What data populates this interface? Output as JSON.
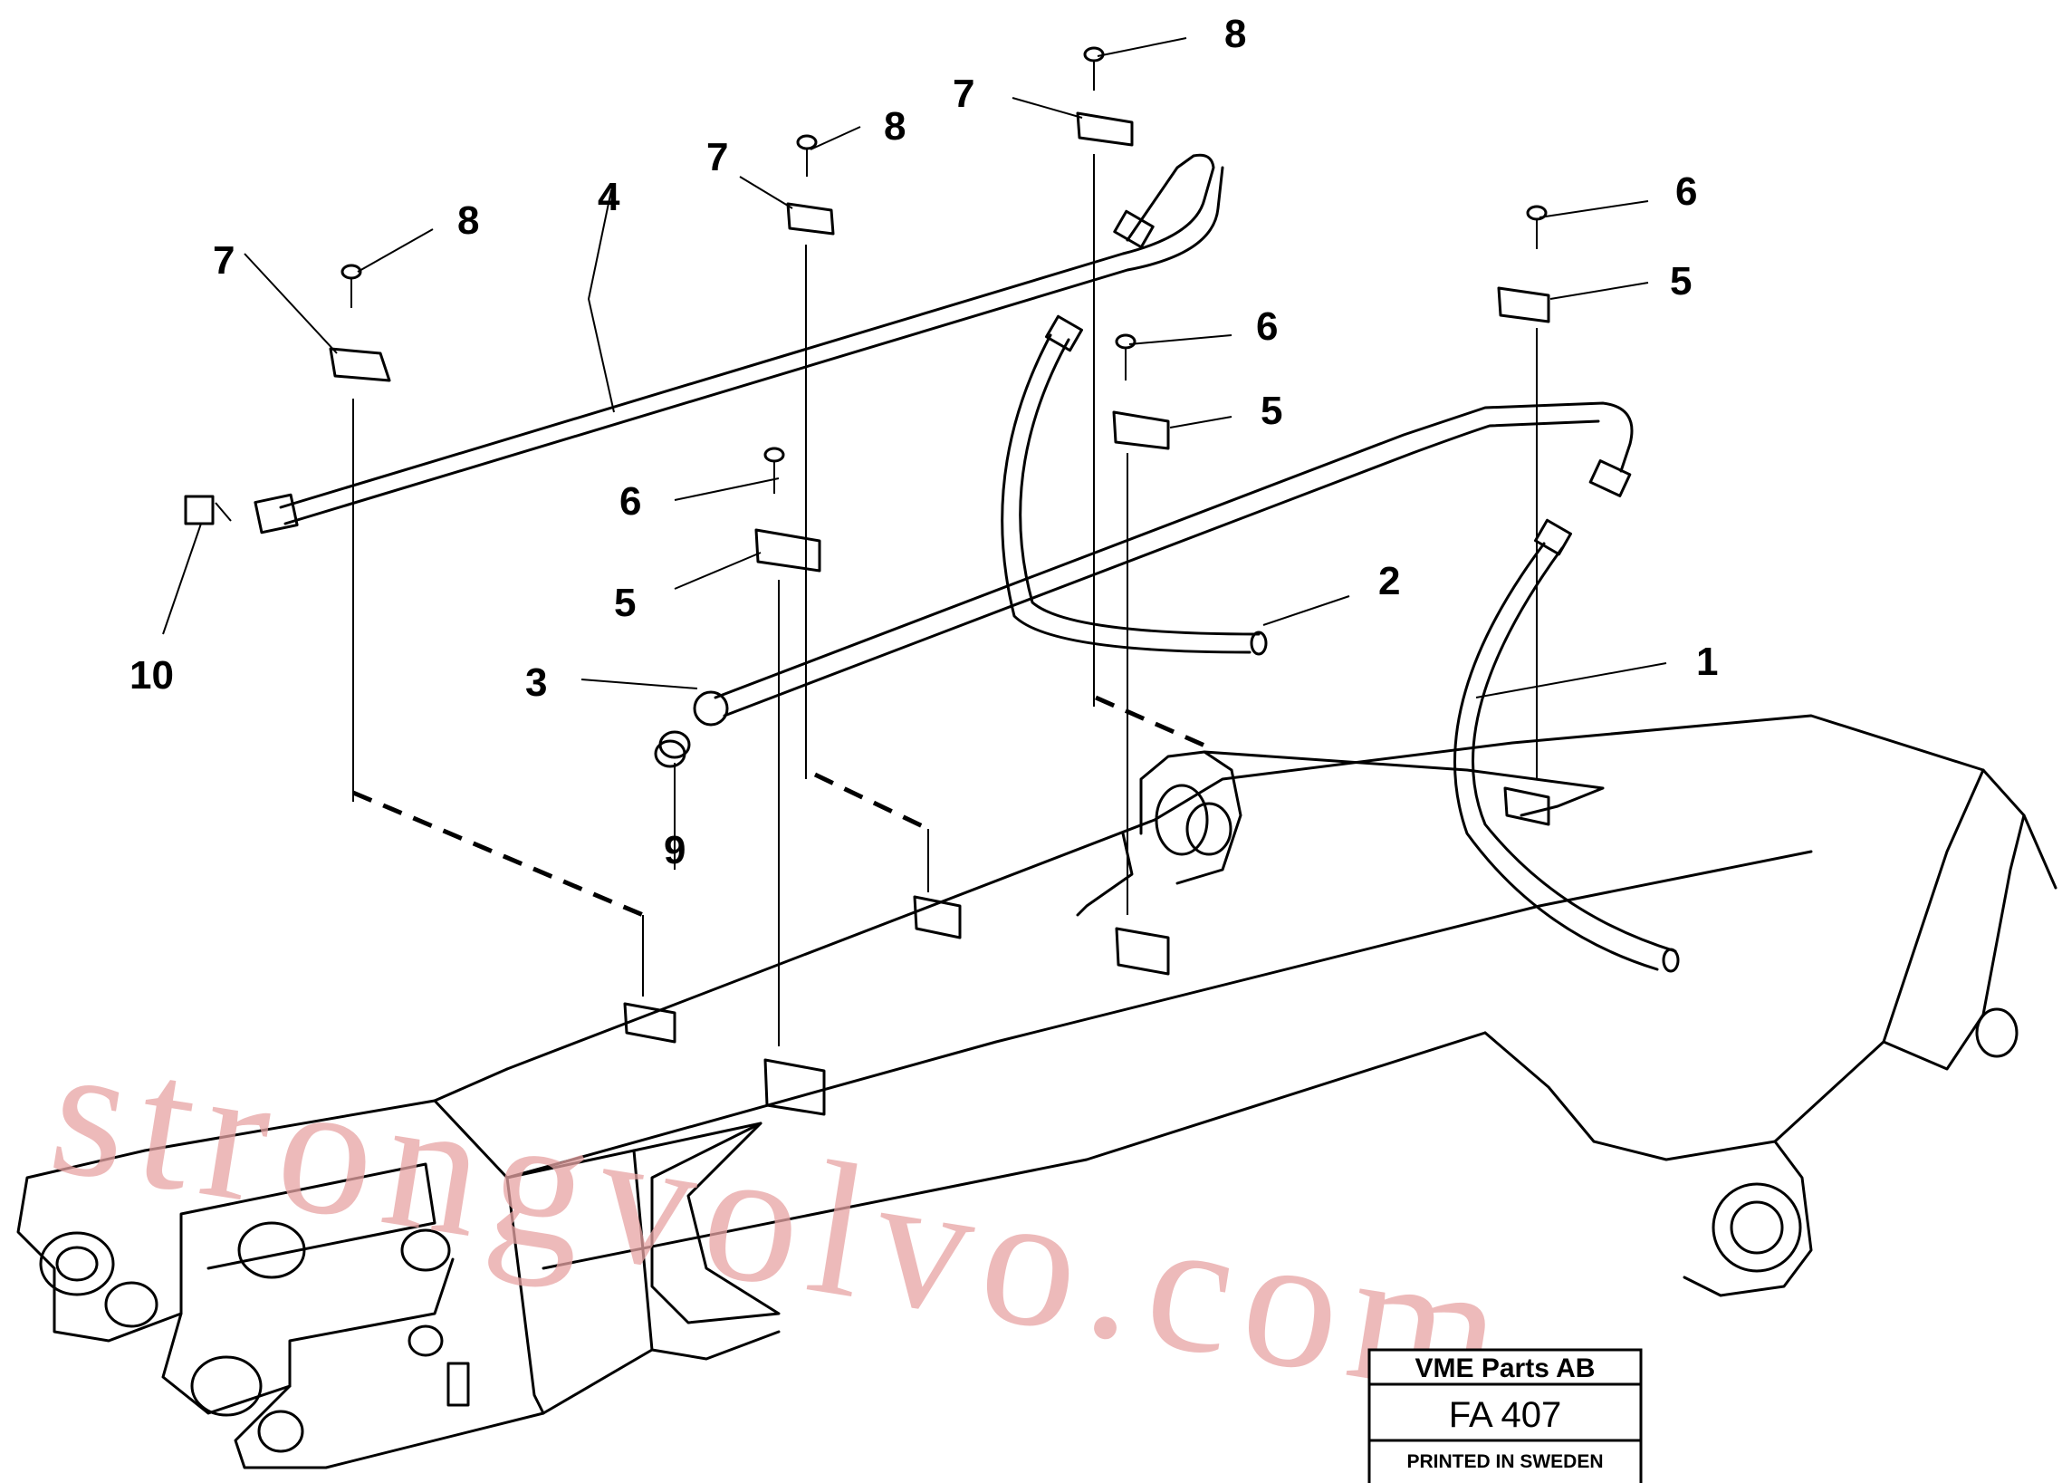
{
  "callouts": [
    "8",
    "8",
    "8",
    "7",
    "7",
    "7",
    "4",
    "6",
    "6",
    "6",
    "5",
    "5",
    "5",
    "2",
    "1",
    "3",
    "9",
    "10"
  ],
  "watermark": "strongvolvo.com",
  "title_box": {
    "company": "VME Parts AB",
    "code": "FA 407",
    "printed": "PRINTED IN SWEDEN"
  }
}
